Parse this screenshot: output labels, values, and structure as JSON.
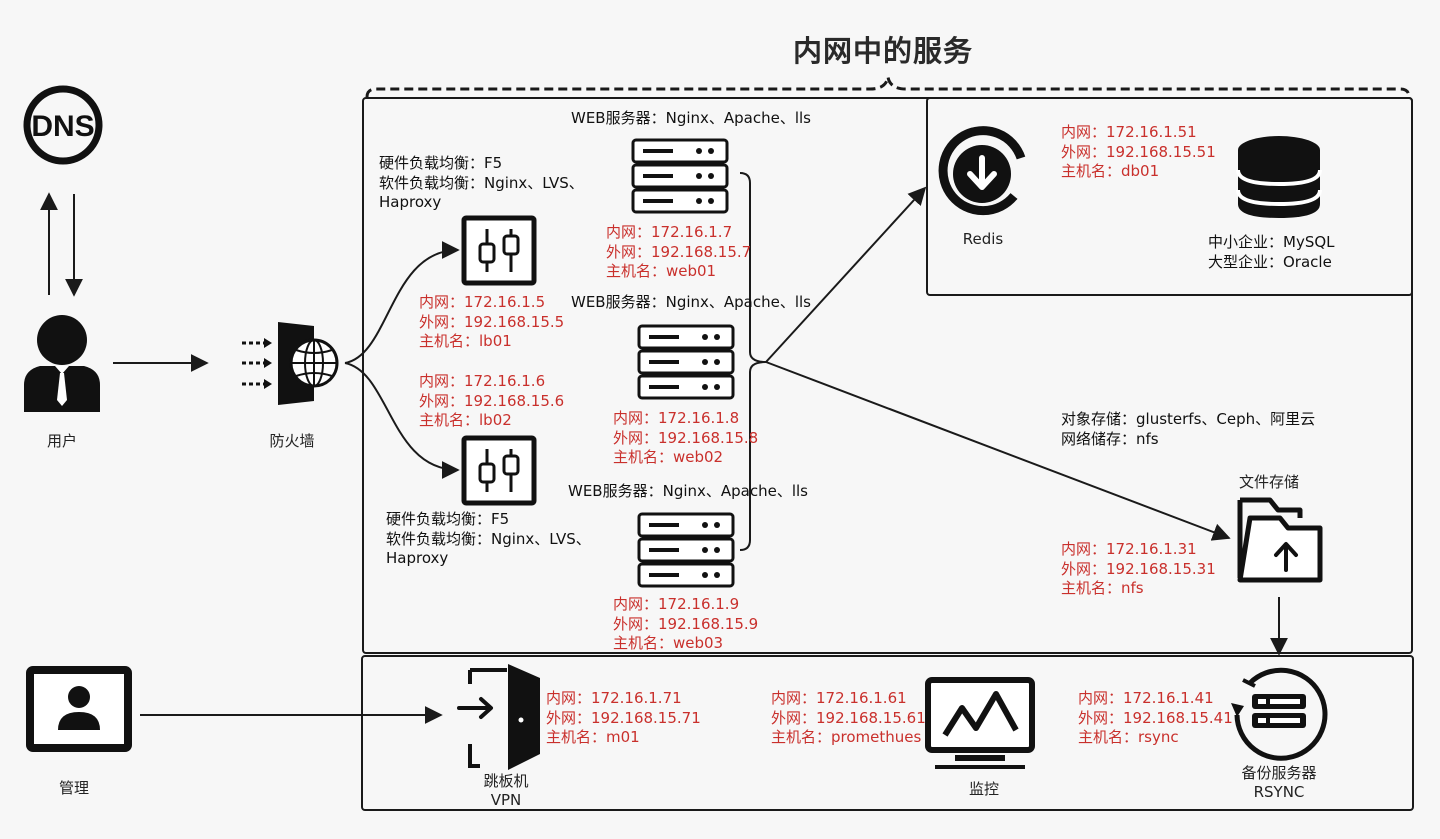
{
  "title": "内网中的服务",
  "dns": {
    "label": "DNS"
  },
  "user": {
    "label": "用户"
  },
  "firewall": {
    "label": "防火墙"
  },
  "manage": {
    "label": "管理"
  },
  "lb_top": {
    "desc": [
      "硬件负载均衡：F5",
      "软件负载均衡：Nginx、LVS、",
      "Haproxy"
    ],
    "info": [
      "内网：172.16.1.5",
      "外网：192.168.15.5",
      "主机名：lb01"
    ]
  },
  "lb_bottom": {
    "desc": [
      "硬件负载均衡：F5",
      "软件负载均衡：Nginx、LVS、",
      "Haproxy"
    ],
    "info": [
      "内网：172.16.1.6",
      "外网：192.168.15.6",
      "主机名：lb02"
    ]
  },
  "web": [
    {
      "title": "WEB服务器：Nginx、Apache、lls",
      "info": [
        "内网：172.16.1.7",
        "外网：192.168.15.7",
        "主机名：web01"
      ]
    },
    {
      "title": "WEB服务器：Nginx、Apache、lls",
      "info": [
        "内网：172.16.1.8",
        "外网：192.168.15.8",
        "主机名：web02"
      ]
    },
    {
      "title": "WEB服务器：Nginx、Apache、lls",
      "info": [
        "内网：172.16.1.9",
        "外网：192.168.15.9",
        "主机名：web03"
      ]
    }
  ],
  "db": {
    "info": [
      "内网：172.16.1.51",
      "外网：192.168.15.51",
      "主机名：db01"
    ],
    "redis_label": "Redis",
    "desc": [
      "中小企业：MySQL",
      "大型企业：Oracle"
    ]
  },
  "storage": {
    "desc": [
      "对象存储：glusterfs、Ceph、阿里云",
      "网络储存：nfs"
    ],
    "label": "文件存储",
    "info": [
      "内网：172.16.1.31",
      "外网：192.168.15.31",
      "主机名：nfs"
    ]
  },
  "jump": {
    "info": [
      "内网：172.16.1.71",
      "外网：192.168.15.71",
      "主机名：m01"
    ],
    "label": [
      "跳板机",
      "VPN"
    ]
  },
  "monitor": {
    "info": [
      "内网：172.16.1.61",
      "外网：192.168.15.61",
      "主机名：promethues"
    ],
    "label": "监控"
  },
  "backup": {
    "info": [
      "内网：172.16.1.41",
      "外网：192.168.15.41",
      "主机名：rsync"
    ],
    "label": [
      "备份服务器",
      "RSYNC"
    ]
  },
  "colors": {
    "info_text": "#c9302c",
    "stroke": "#1a1a1a"
  }
}
